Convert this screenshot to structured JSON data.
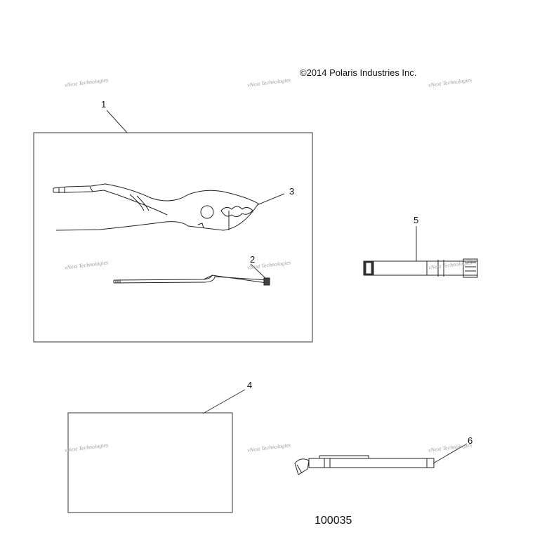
{
  "copyright": "©2014 Polaris Industries Inc.",
  "figure_number": "100035",
  "watermark": "vNext Technologies",
  "callouts": {
    "c1": "1",
    "c2": "2",
    "c3": "3",
    "c4": "4",
    "c5": "5",
    "c6": "6"
  }
}
